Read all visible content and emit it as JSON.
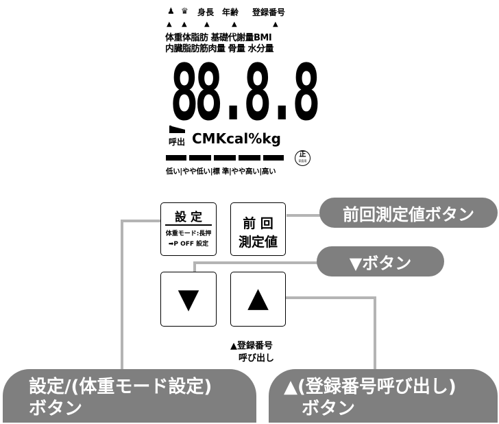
{
  "display": {
    "header": {
      "man_icon": "♟",
      "woman_icon": "♛",
      "height": "身長",
      "age": "年齢",
      "reg_no": "登録番号"
    },
    "indicator": "▲",
    "row1": "体重体脂肪 基礎代謝量BMI",
    "row2": "内臓脂肪筋肉量 骨量 水分量",
    "digits": "88.8.8",
    "call": "呼出",
    "units": "CMKcal%kg",
    "scale": "低い|やや低い|標 準|やや高い|高い",
    "mark_main": "正",
    "mark_sub": "家庭用"
  },
  "buttons": {
    "settings": {
      "label": "設 定",
      "sub1": "体重モード:長押",
      "sub2": "➡P OFF 設定"
    },
    "previous": {
      "line1": "前 回",
      "line2": "測定値"
    },
    "down": {
      "symbol": "▼"
    },
    "up": {
      "symbol": "▲"
    },
    "up_caption": {
      "line1": "▲登録番号",
      "line2": "呼び出し"
    }
  },
  "callouts": {
    "previous": "前回測定値ボタン",
    "down": "▼ボタン",
    "settings_line1": "設定/(体重モード設定)",
    "settings_line2": "ボタン",
    "up_line1": "▲(登録番号呼び出し)",
    "up_line2": "ボタン"
  },
  "colors": {
    "callout_fill": "#7f7f7f",
    "leader_line": "#b4b4b4"
  }
}
